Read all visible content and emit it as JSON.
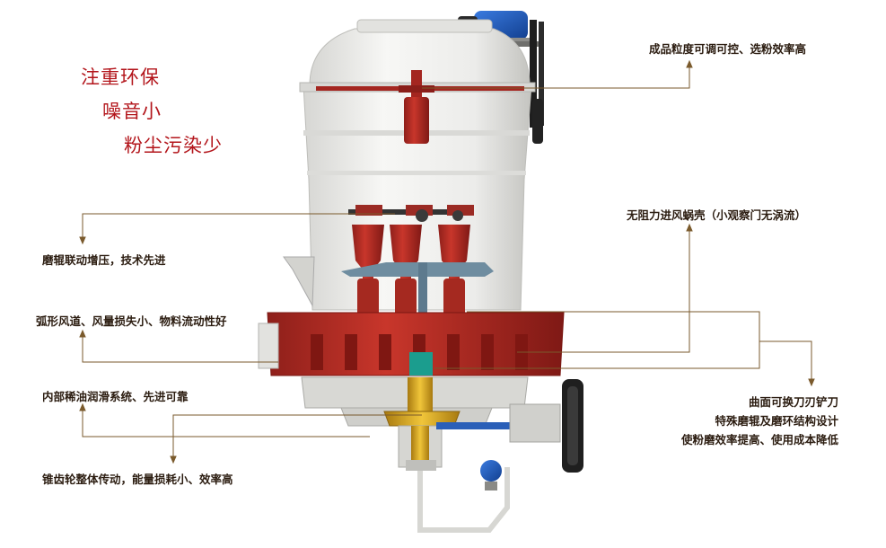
{
  "slogans": [
    "注重环保",
    "噪音小",
    "粉尘污染少"
  ],
  "callouts": {
    "classifier": "成品粒度可调可控、选粉效率高",
    "roller_linkage": "磨辊联动增压，技术先进",
    "volute": "无阻力进风蜗壳（小观察门无涡流）",
    "air_duct": "弧形风道、风量损失小、物料流动性好",
    "lubrication": "内部稀油润滑系统、先进可靠",
    "blade": [
      "曲面可换刀刃铲刀",
      "特殊磨辊及磨环结构设计",
      "使粉磨效率提高、使用成本降低"
    ],
    "bevel_gear": "锥齿轮整体传动，能量损耗小、效率高"
  },
  "colors": {
    "slogan": "#b3151b",
    "leader_line": "#7a5a2c",
    "machine_red": "#b52a22",
    "machine_white": "#f1f1ef",
    "gear_gold": "#d4a21a",
    "motor_blue": "#1b56b8"
  }
}
